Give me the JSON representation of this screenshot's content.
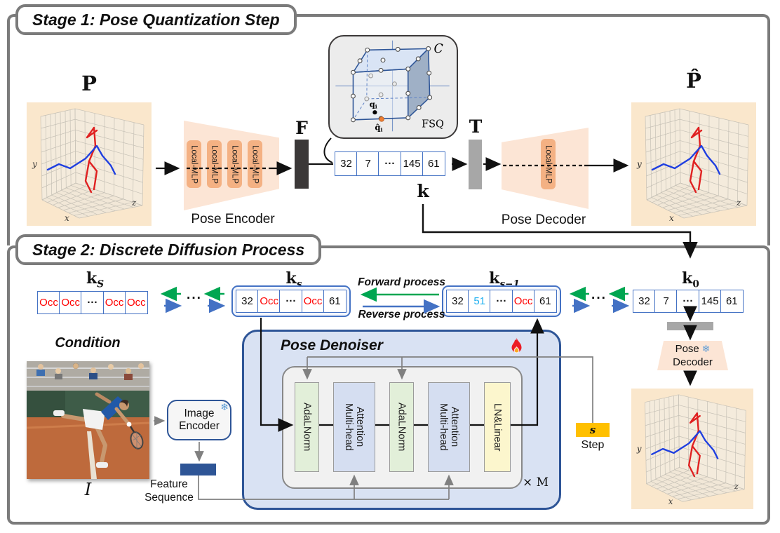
{
  "stage1": {
    "title": "Stage 1: Pose Quantization Step",
    "input_label": "P",
    "output_label": "P̂",
    "feature_label": "F",
    "token_embed_label": "T",
    "k_label": "k",
    "encoder_label": "Pose Encoder",
    "decoder_label": "Pose Decoder",
    "local_mlp": "Local-MLP",
    "fsq": {
      "codebook_label": "C",
      "name": "FSQ",
      "q_base": "q",
      "q_sub": "i",
      "q_hat_base": "q̂",
      "q_hat_sub": "i"
    },
    "tokens": [
      {
        "t": "32"
      },
      {
        "t": "7"
      },
      {
        "t": "···"
      },
      {
        "t": "145"
      },
      {
        "t": "61"
      }
    ]
  },
  "stage2": {
    "title": "Stage 2: Discrete Diffusion Process",
    "forward_label": "Forward process",
    "reverse_label": "Reverse process",
    "middots": "···",
    "condition_label": "Condition",
    "image_label": "I",
    "image_encoder_label": "Image\nEncoder",
    "feature_sequence_label": "Feature\nSequence",
    "denoiser": {
      "title": "Pose Denoiser",
      "adalnorm": "AdaLNorm",
      "mha": "Multi-head Attention",
      "ln_linear": "LN&Linear",
      "repeat": "× M"
    },
    "step": {
      "s": "s",
      "label": "Step"
    },
    "pose_decoder": {
      "line1": "Pose",
      "line2": "Decoder"
    },
    "sequences": {
      "kS": {
        "base": "k",
        "sub": "S",
        "cells": [
          {
            "t": "Occ",
            "c": "#FF0000"
          },
          {
            "t": "Occ",
            "c": "#FF0000"
          },
          {
            "t": "···"
          },
          {
            "t": "Occ",
            "c": "#FF0000"
          },
          {
            "t": "Occ",
            "c": "#FF0000"
          }
        ]
      },
      "ks": {
        "base": "k",
        "sub": "s",
        "cells": [
          {
            "t": "32"
          },
          {
            "t": "Occ",
            "c": "#FF0000"
          },
          {
            "t": "···"
          },
          {
            "t": "Occ",
            "c": "#FF0000"
          },
          {
            "t": "61"
          }
        ]
      },
      "ksm1": {
        "base": "k",
        "sub": "s−1",
        "cells": [
          {
            "t": "32"
          },
          {
            "t": "51",
            "c": "#1FB0F0"
          },
          {
            "t": "···"
          },
          {
            "t": "Occ",
            "c": "#FF0000"
          },
          {
            "t": "61"
          }
        ]
      },
      "k0": {
        "base": "k",
        "sub": "0",
        "cells": [
          {
            "t": "32"
          },
          {
            "t": "7"
          },
          {
            "t": "···"
          },
          {
            "t": "145"
          },
          {
            "t": "61"
          }
        ]
      }
    }
  },
  "plot_axes": {
    "x": "x",
    "y": "y",
    "z": "z"
  },
  "colors": {
    "occ": "#FF0000",
    "token51": "#1FB0F0",
    "green_arrow": "#00A651",
    "blue_arrow": "#4472C4",
    "accent_blue": "#2E5597",
    "amber": "#FFC000"
  }
}
